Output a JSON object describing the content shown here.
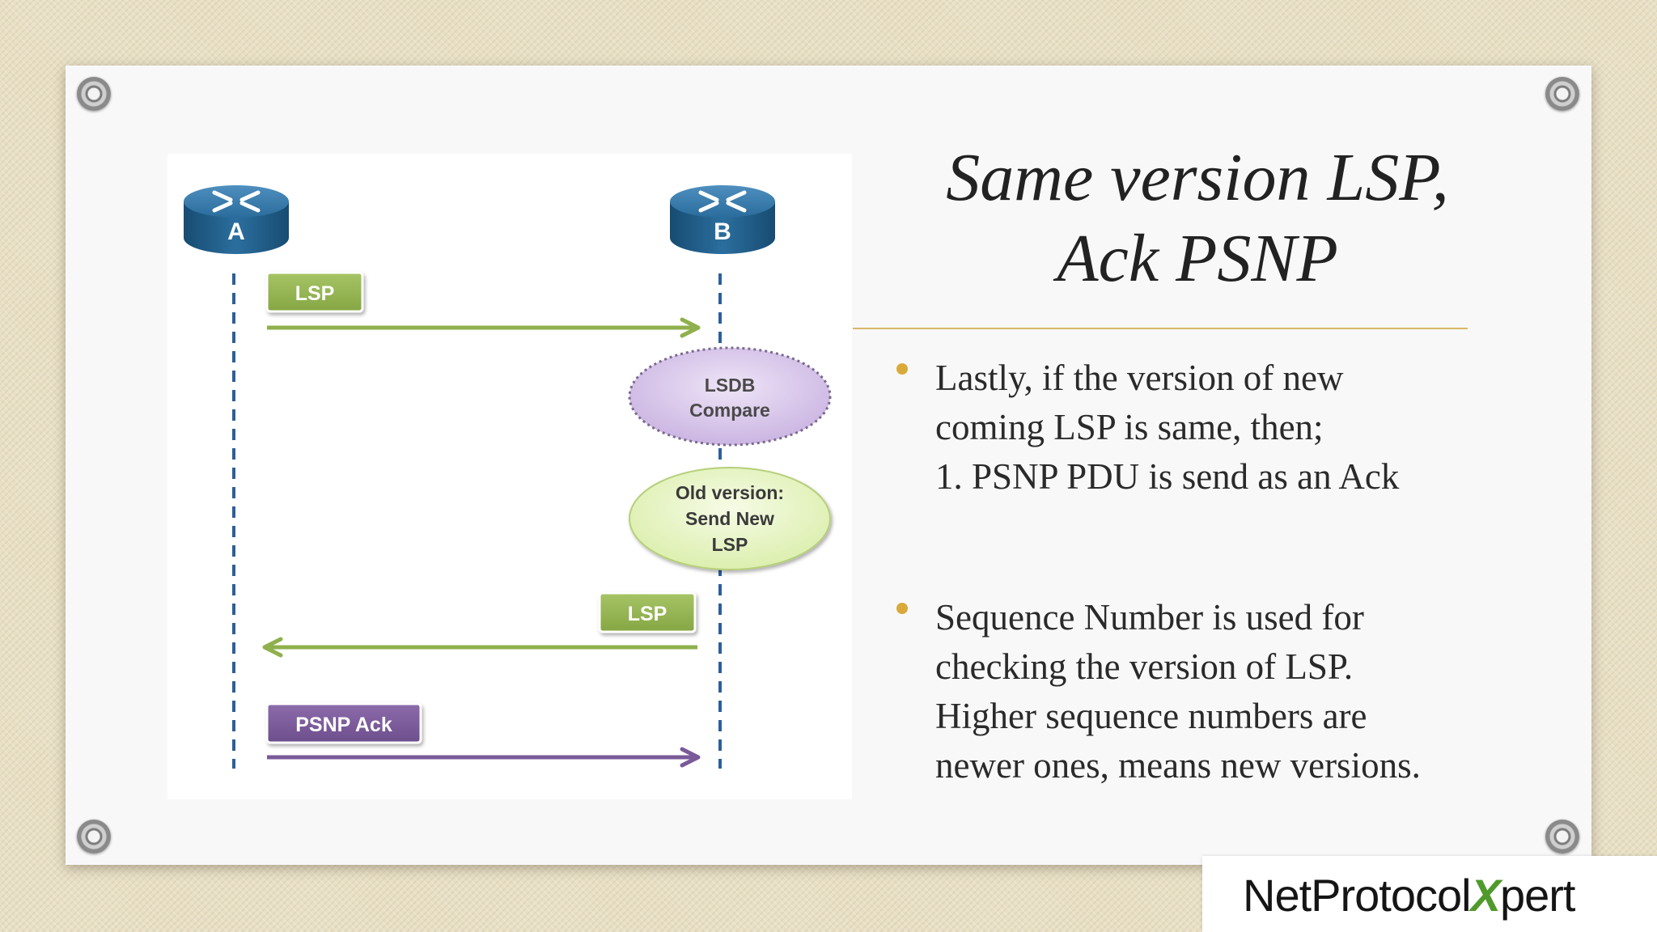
{
  "slide": {
    "title_line1": "Same version LSP,",
    "title_line2": "Ack PSNP"
  },
  "diagram": {
    "node_a": "A",
    "node_b": "B",
    "msg_lsp_1": "LSP",
    "oval_compare_line1": "LSDB",
    "oval_compare_line2": "Compare",
    "oval_old_line1": "Old version:",
    "oval_old_line2": "Send New",
    "oval_old_line3": "LSP",
    "msg_lsp_2": "LSP",
    "msg_psnp": "PSNP Ack",
    "colors": {
      "router": "#1f5f8c",
      "green_label": "#8fb04c",
      "purple_label": "#7a5a98",
      "compare_oval": "#d8c6ea",
      "old_version_oval": "#e6f3c2"
    }
  },
  "bullets": [
    {
      "lines": [
        "Lastly, if  the version of  new",
        "coming LSP is same, then;",
        "1. PSNP PDU is send as an Ack"
      ]
    },
    {
      "lines": [
        "Sequence Number is used for",
        "checking the version of  LSP.",
        "Higher sequence numbers are",
        "newer ones, means new versions."
      ]
    }
  ],
  "logo": {
    "part1": "NetProtocol",
    "part2": "X",
    "part3": "pert"
  }
}
